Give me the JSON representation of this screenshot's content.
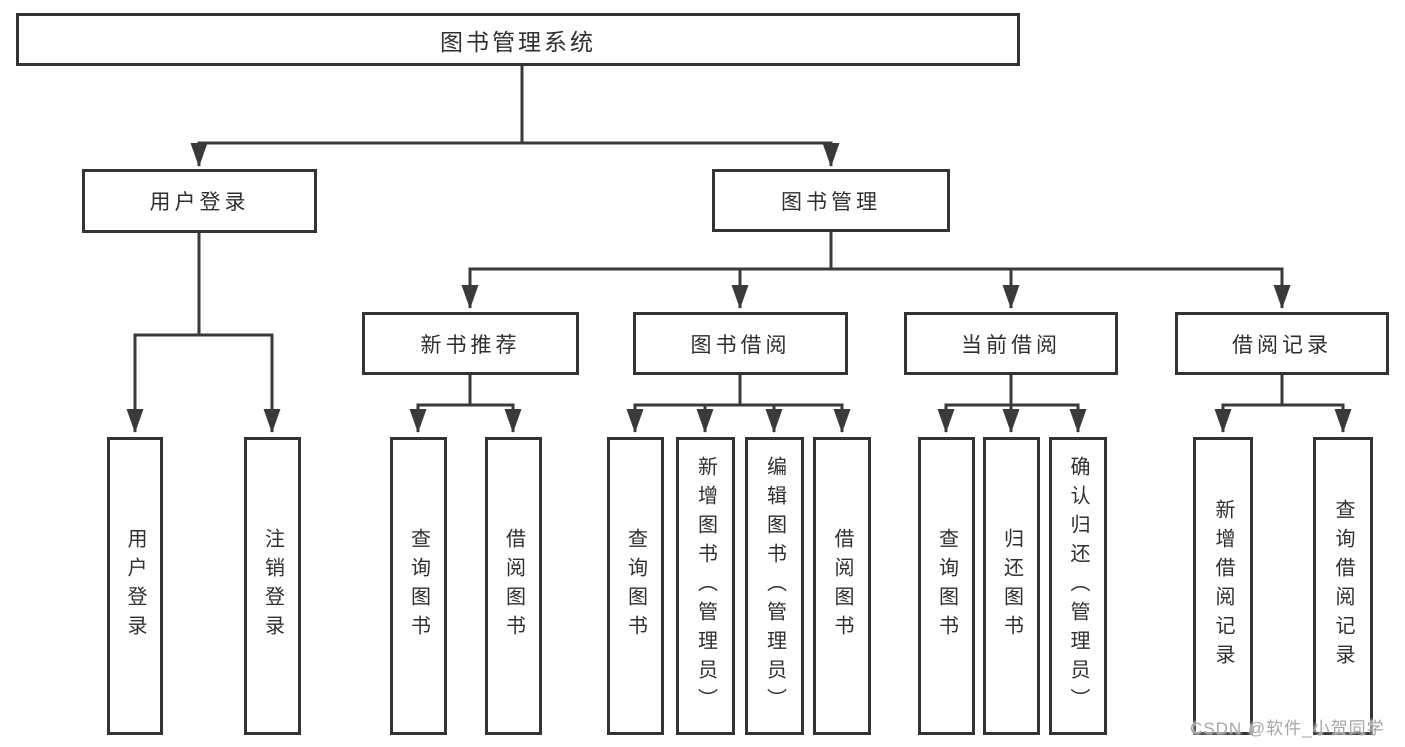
{
  "diagram": {
    "root": {
      "label": "图书管理系统"
    },
    "branches": [
      {
        "label": "用户登录",
        "children": [
          {
            "label": "用户登录"
          },
          {
            "label": "注销登录"
          }
        ]
      },
      {
        "label": "图书管理",
        "children": [
          {
            "label": "新书推荐",
            "children": [
              {
                "label": "查询图书"
              },
              {
                "label": "借阅图书"
              }
            ]
          },
          {
            "label": "图书借阅",
            "children": [
              {
                "label": "查询图书"
              },
              {
                "label": "新增图书（管理员）"
              },
              {
                "label": "编辑图书（管理员）"
              },
              {
                "label": "借阅图书"
              }
            ]
          },
          {
            "label": "当前借阅",
            "children": [
              {
                "label": "查询图书"
              },
              {
                "label": "归还图书"
              },
              {
                "label": "确认归还（管理员）"
              }
            ]
          },
          {
            "label": "借阅记录",
            "children": [
              {
                "label": "新增借阅记录"
              },
              {
                "label": "查询借阅记录"
              }
            ]
          }
        ]
      }
    ]
  },
  "watermark": {
    "text": "CSDN @软件_小贺同学"
  },
  "colors": {
    "background": "#ffffff",
    "box_border": "#333333",
    "line": "#3a3a3a",
    "text": "#2f2f2f",
    "watermark": "#a6a6a6"
  }
}
